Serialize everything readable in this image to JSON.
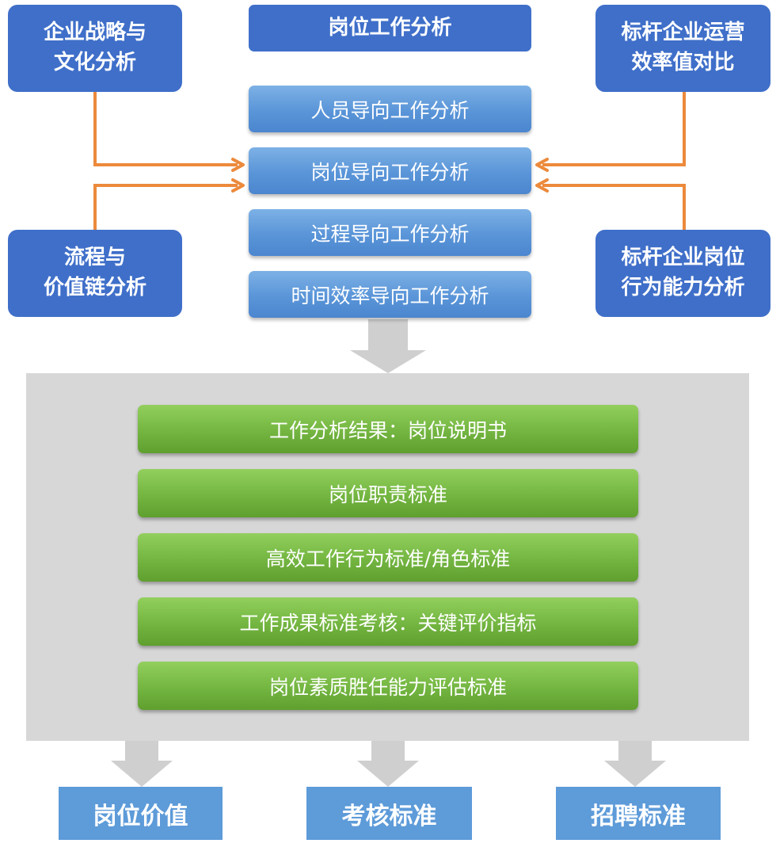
{
  "left_top": "企业战略与\n文化分析",
  "left_bottom": "流程与\n价值链分析",
  "right_top": "标杆企业运营\n效率值对比",
  "right_bottom": "标杆企业岗位\n行为能力分析",
  "center_title": "岗位工作分析",
  "analysis_types": [
    "人员导向工作分析",
    "岗位导向工作分析",
    "过程导向工作分析",
    "时间效率导向工作分析"
  ],
  "outputs": [
    "工作分析结果：岗位说明书",
    "岗位职责标准",
    "高效工作行为标准/角色标准",
    "工作成果标准考核：关键评价指标",
    "岗位素质胜任能力评估标准"
  ],
  "results": [
    "岗位价值",
    "考核标准",
    "招聘标准"
  ],
  "colors": {
    "dark_blue": "#3f6fc9",
    "light_blue": "#5a95d8",
    "green": "#76b843",
    "orange": "#ec8a3c",
    "gray_arrow": "#cfcfcf",
    "panel": "#d7d7d7"
  }
}
